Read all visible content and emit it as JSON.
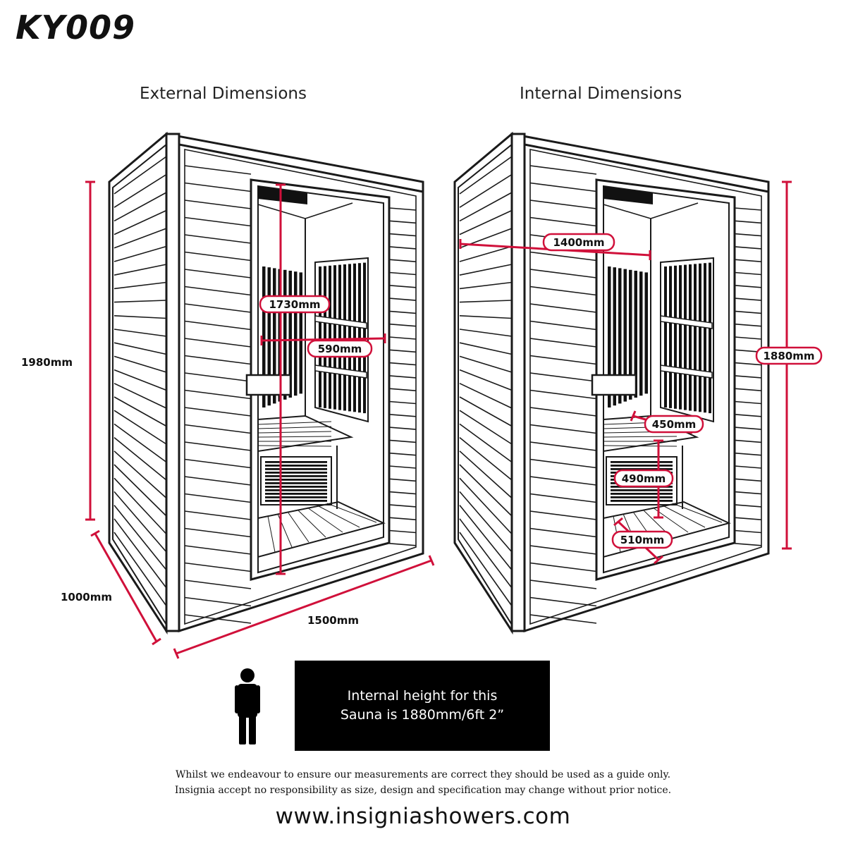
{
  "model": "KY009",
  "external": {
    "title": "External Dimensions",
    "height": "1980mm",
    "depth": "1000mm",
    "width": "1500mm",
    "door_height": "1730mm",
    "door_width": "590mm"
  },
  "internal": {
    "title": "Internal Dimensions",
    "width": "1400mm",
    "height": "1880mm",
    "seat_depth": "450mm",
    "seat_height": "490mm",
    "floor_depth": "510mm"
  },
  "info_box": {
    "line1": "Internal height for this",
    "line2": "Sauna is 1880mm/6ft 2”"
  },
  "disclaimer": {
    "line1": "Whilst we endeavour to ensure our measurements are correct they should be used as a guide only.",
    "line2": "Insignia accept no responsibility as size, design and specification may change without prior notice."
  },
  "website": "www.insigniashowers.com",
  "colors": {
    "dimension": "#d0103a",
    "outline": "#1a1a1a",
    "background": "#ffffff"
  }
}
